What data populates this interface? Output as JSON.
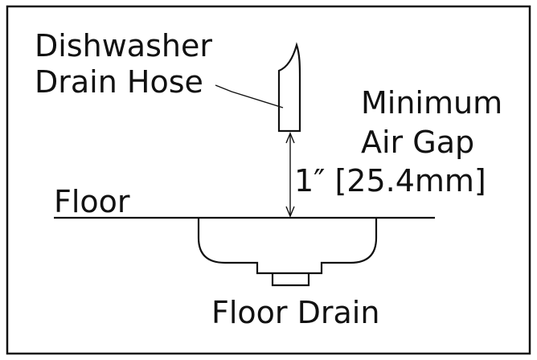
{
  "labels": {
    "hose_line1": "Dishwasher",
    "hose_line2": "Drain Hose",
    "gap_line1": "Minimum",
    "gap_line2": "Air Gap",
    "gap_line3": "1″ [25.4mm]",
    "floor": "Floor",
    "floor_drain": "Floor Drain"
  },
  "colors": {
    "line": "#111111",
    "background": "#ffffff"
  }
}
